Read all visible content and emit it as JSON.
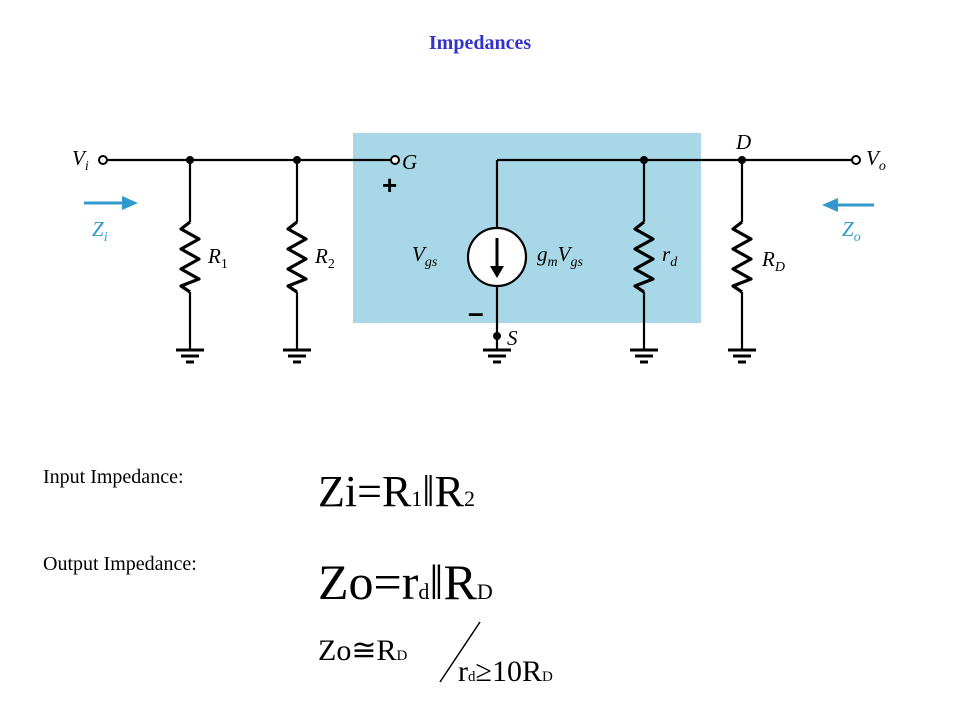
{
  "title": "Impedances",
  "colors": {
    "title": "#3333cc",
    "wire": "#000000",
    "box_fill": "#a8d8e8",
    "accent": "#3399cc"
  },
  "circuit": {
    "vi": {
      "V": "V",
      "sub": "i"
    },
    "vo": {
      "V": "V",
      "sub": "o"
    },
    "zi": {
      "Z": "Z",
      "sub": "i"
    },
    "zo": {
      "Z": "Z",
      "sub": "o"
    },
    "g": "G",
    "d": "D",
    "s": "S",
    "plus": "+",
    "minus": "–",
    "r1": {
      "R": "R",
      "sub": "1"
    },
    "r2": {
      "R": "R",
      "sub": "2"
    },
    "rd_small": {
      "r": "r",
      "sub": "d"
    },
    "rd_big": {
      "R": "R",
      "sub": "D"
    },
    "vgs": {
      "V": "V",
      "sub": "gs"
    },
    "gmvgs": {
      "g": "g",
      "sub_m": "m",
      "V": "V",
      "sub_gs": "gs"
    }
  },
  "labels": {
    "input": "Input Impedance:",
    "output": "Output Impedance:"
  },
  "equations": {
    "zi": {
      "lhs": "Zi",
      "eq": "=",
      "r": "R",
      "r_sub": "1",
      "par": "‖",
      "r2": "R",
      "r2_sub": "2"
    },
    "zo": {
      "lhs": "Zo",
      "eq": "=",
      "r": "r",
      "r_sub": "d",
      "par": "‖",
      "r2": "R",
      "r2_sub": "D"
    },
    "approx": {
      "lhs": "Zo",
      "sym": "≅",
      "r": "R",
      "r_sub": "D"
    },
    "cond": {
      "r": "r",
      "r_sub": "d",
      "sym": "≥",
      "num": "10",
      "R": "R",
      "R_sub": "D"
    }
  }
}
